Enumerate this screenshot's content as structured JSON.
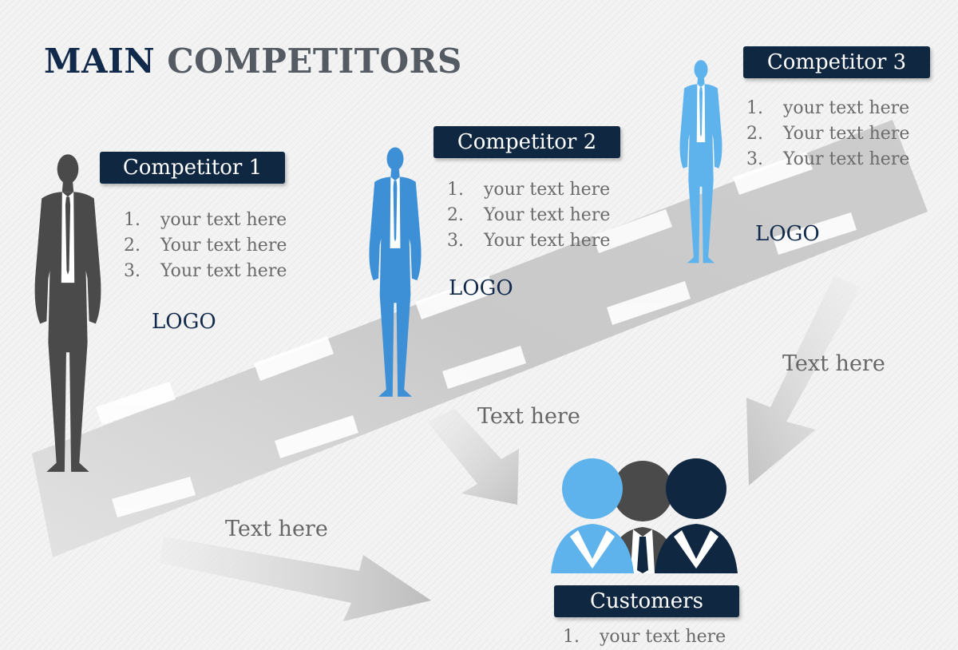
{
  "title": {
    "part1": "MAIN",
    "part2": "COMPETITORS"
  },
  "competitors": [
    {
      "label": "Competitor 1",
      "points": [
        {
          "num": "1.",
          "text": "your text here"
        },
        {
          "num": "2.",
          "text": "Your text here"
        },
        {
          "num": "3.",
          "text": "Your text here"
        }
      ],
      "logo": "LOGO"
    },
    {
      "label": "Competitor 2",
      "points": [
        {
          "num": "1.",
          "text": "your text here"
        },
        {
          "num": "2.",
          "text": "Your text here"
        },
        {
          "num": "3.",
          "text": "Your text here"
        }
      ],
      "logo": "LOGO"
    },
    {
      "label": "Competitor 3",
      "points": [
        {
          "num": "1.",
          "text": "your text here"
        },
        {
          "num": "2.",
          "text": "Your text here"
        },
        {
          "num": "3.",
          "text": "Your text here"
        }
      ],
      "logo": "LOGO"
    }
  ],
  "arrow_notes": [
    "Text here",
    "Text here",
    "Text here"
  ],
  "customers": {
    "label": "Customers",
    "points": [
      {
        "num": "1.",
        "text": "your text here"
      }
    ]
  },
  "colors": {
    "navy": "#0f2740",
    "dark_gray": "#4a4a4a",
    "blue": "#3d8fd6",
    "light_blue": "#5fb3ec",
    "road": "#d0d0d0"
  },
  "icons": [
    "businessman-silhouette",
    "customers-group"
  ]
}
